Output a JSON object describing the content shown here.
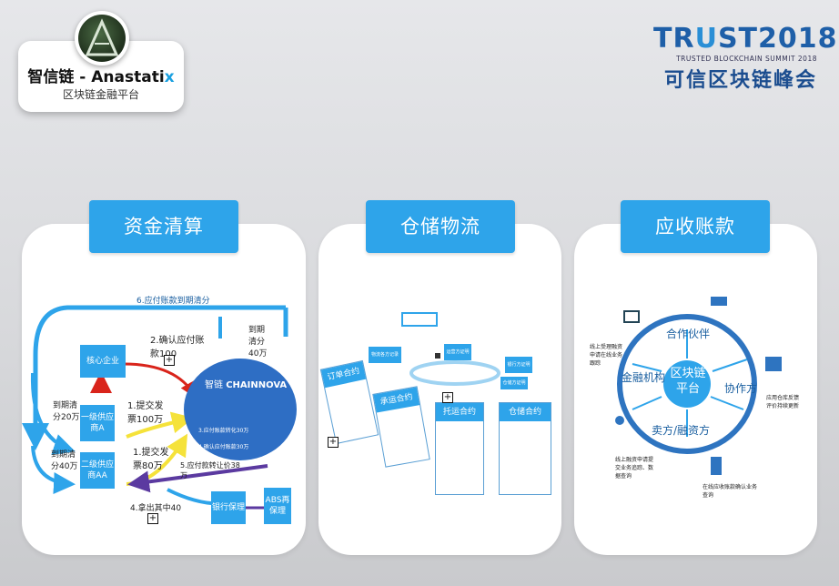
{
  "brand": {
    "name_main": "智信链 - Anastati",
    "name_accent": "x",
    "subtitle": "区块链金融平台"
  },
  "summit": {
    "title_a": "TR",
    "title_u": "U",
    "title_b": "ST2018",
    "en": "TRUSTED BLOCKCHAIN SUMMIT 2018",
    "cn": "可信区块链峰会"
  },
  "panels": {
    "settlement": {
      "tab": "资金清算",
      "labels": {
        "top_arrow": "6.应付账款到期清分",
        "confirm": "2.确认应付账款100",
        "due": "到期清分40万",
        "core": "核心企业",
        "tier1": "一级供应商A",
        "tier2": "二级供应商AA",
        "due20": "到期清分20万",
        "due40": "到期清分40万",
        "submit1": "1.提交发票100万",
        "submit2": "1.提交发票80万",
        "pay38": "5.应付款转让价38万",
        "take40": "4.拿出其中40",
        "bank": "银行保理",
        "abs": "ABS再保理",
        "chain_cn": "智链",
        "chain_en": "CHAINNOVA",
        "step3": "3.应付账款转化30万",
        "step4": "4.确认应付账款30万"
      }
    },
    "logistics": {
      "tab": "仓储物流",
      "contracts": [
        "订单合约",
        "承运合约",
        "托运合约",
        "仓储合约"
      ],
      "nodes": [
        "物流各方记录",
        "运营方证明",
        "银行方证明",
        "仓储方证明"
      ]
    },
    "receivables": {
      "tab": "应收账款",
      "center": "区块链平台",
      "ring": [
        "合作伙伴",
        "金融机构",
        "协作方",
        "卖方/融资方"
      ],
      "notes": {
        "n1": "线上受理融资申请在线业务跟踪",
        "n2": "应用仓库反馈评价持续更新",
        "n3": "线上融资申请提交业务追踪、数据查询",
        "n4": "在线应收账款确认业务查询"
      }
    }
  }
}
